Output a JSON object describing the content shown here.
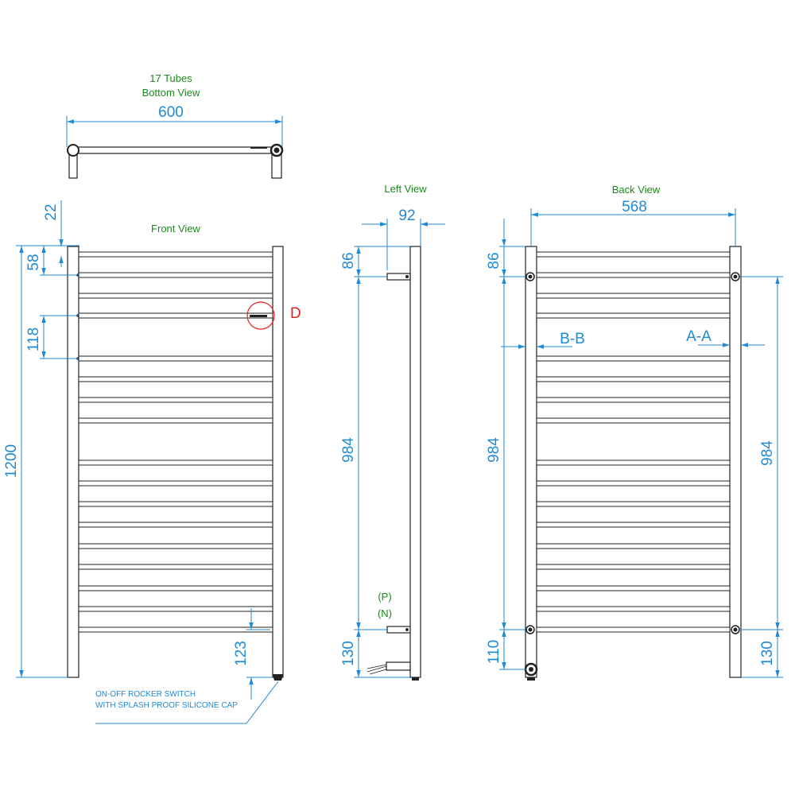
{
  "bottom_view": {
    "tubes_label": "17 Tubes",
    "title": "Bottom View",
    "width_dim": "600"
  },
  "front_view": {
    "title": "Front View",
    "dims": {
      "top_gap": "22",
      "first_pitch": "58",
      "group_pitch": "118",
      "height": "1200",
      "switch_height": "123"
    },
    "detail_label": "D",
    "switch_note_line1": "ON-OFF ROCKER SWITCH",
    "switch_note_line2": "WITH SPLASH PROOF SILICONE CAP",
    "tube_count": 17
  },
  "left_view": {
    "title": "Left View",
    "dims": {
      "depth": "92",
      "top": "86",
      "centres": "984",
      "bottom": "130"
    },
    "phase_label": "(P)",
    "neutral_label": "(N)"
  },
  "back_view": {
    "title": "Back View",
    "dims": {
      "width": "568",
      "top": "86",
      "centres_left": "984",
      "centres_right": "984",
      "bottom_left": "110",
      "bottom_right": "130"
    },
    "section_bb": "B-B",
    "section_aa": "A-A"
  },
  "colors": {
    "dimension": "#1f8ad6",
    "title": "#1a8a1a",
    "detail": "#e02020",
    "line": "#222222"
  }
}
